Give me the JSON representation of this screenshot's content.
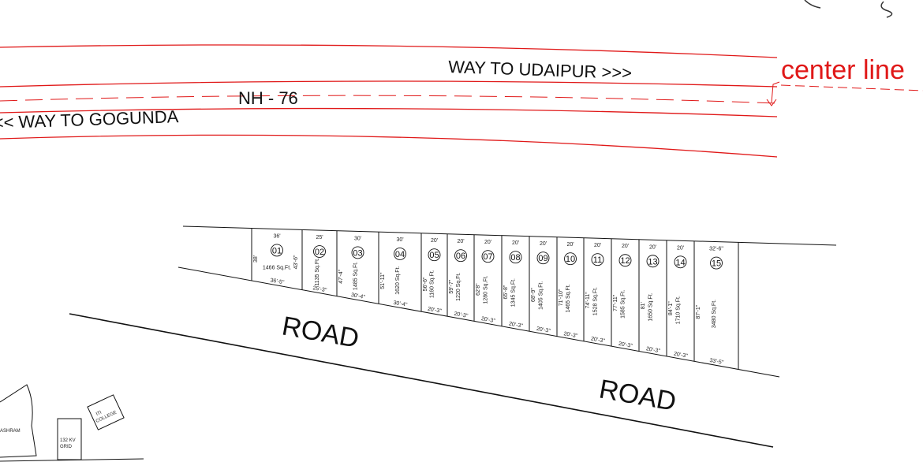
{
  "highway": {
    "name": "NH - 76",
    "to_udaipur": "WAY TO UDAIPUR >>>",
    "to_gogunda": "<< WAY TO GOGUNDA",
    "center_line_label": "center line",
    "line_color": "#e01818"
  },
  "roads": {
    "label_left": "ROAD",
    "label_right": "ROAD"
  },
  "plots": [
    {
      "no": "01",
      "top": "36'",
      "bottom": "36'-5\"",
      "left_side": "38'",
      "right_side": "43'-6\"",
      "area": "1466 Sq.Ft."
    },
    {
      "no": "02",
      "top": "25'",
      "bottom": "25'-3\"",
      "right_side": "",
      "area": "1135 Sq.Ft."
    },
    {
      "no": "03",
      "top": "30'",
      "bottom": "30'-4\"",
      "right_side": "47'-4\"",
      "area": "1485 Sq.Ft."
    },
    {
      "no": "04",
      "top": "30'",
      "bottom": "30'-4\"",
      "right_side": "51'-11\"",
      "area": "1620 Sq.Ft."
    },
    {
      "no": "05",
      "top": "20'",
      "bottom": "20'-3\"",
      "right_side": "56'-6\"",
      "area": "1160 Sq.Ft."
    },
    {
      "no": "06",
      "top": "20'",
      "bottom": "20'-3\"",
      "right_side": "59'-7\"",
      "area": "1220 Sq.Ft."
    },
    {
      "no": "07",
      "top": "20'",
      "bottom": "20'-3\"",
      "right_side": "62'8\"",
      "area": "1280 Sq.Ft."
    },
    {
      "no": "08",
      "top": "20'",
      "bottom": "20'-3\"",
      "right_side": "65'-8\"",
      "area": "1345 Sq.Ft."
    },
    {
      "no": "09",
      "top": "20'",
      "bottom": "20'-3\"",
      "right_side": "68'-9\"",
      "area": "1405 Sq.Ft."
    },
    {
      "no": "10",
      "top": "20'",
      "bottom": "20'-3\"",
      "right_side": "71'-10\"",
      "area": "1465 Sq.Ft."
    },
    {
      "no": "11",
      "top": "20'",
      "bottom": "20'-3\"",
      "right_side": "74'-11\"",
      "area": "1528 Sq.Ft."
    },
    {
      "no": "12",
      "top": "20'",
      "bottom": "20'-3\"",
      "right_side": "77'-11\"",
      "area": "1585 Sq.Ft."
    },
    {
      "no": "13",
      "top": "20'",
      "bottom": "20'-3\"",
      "right_side": "81'",
      "area": "1650 Sq.Ft."
    },
    {
      "no": "14",
      "top": "20'",
      "bottom": "20'-3\"",
      "right_side": "84'-1\"",
      "area": "1710 Sq.Ft."
    },
    {
      "no": "15",
      "top": "32'-6\"",
      "bottom": "33'-5\"",
      "right_side": "87'-1\"",
      "area": "3480 Sq.Ft."
    }
  ],
  "landmarks": {
    "ashram": "ASHRAM",
    "grid": "132 KV GRID",
    "college": "ITI COLLEGE"
  }
}
